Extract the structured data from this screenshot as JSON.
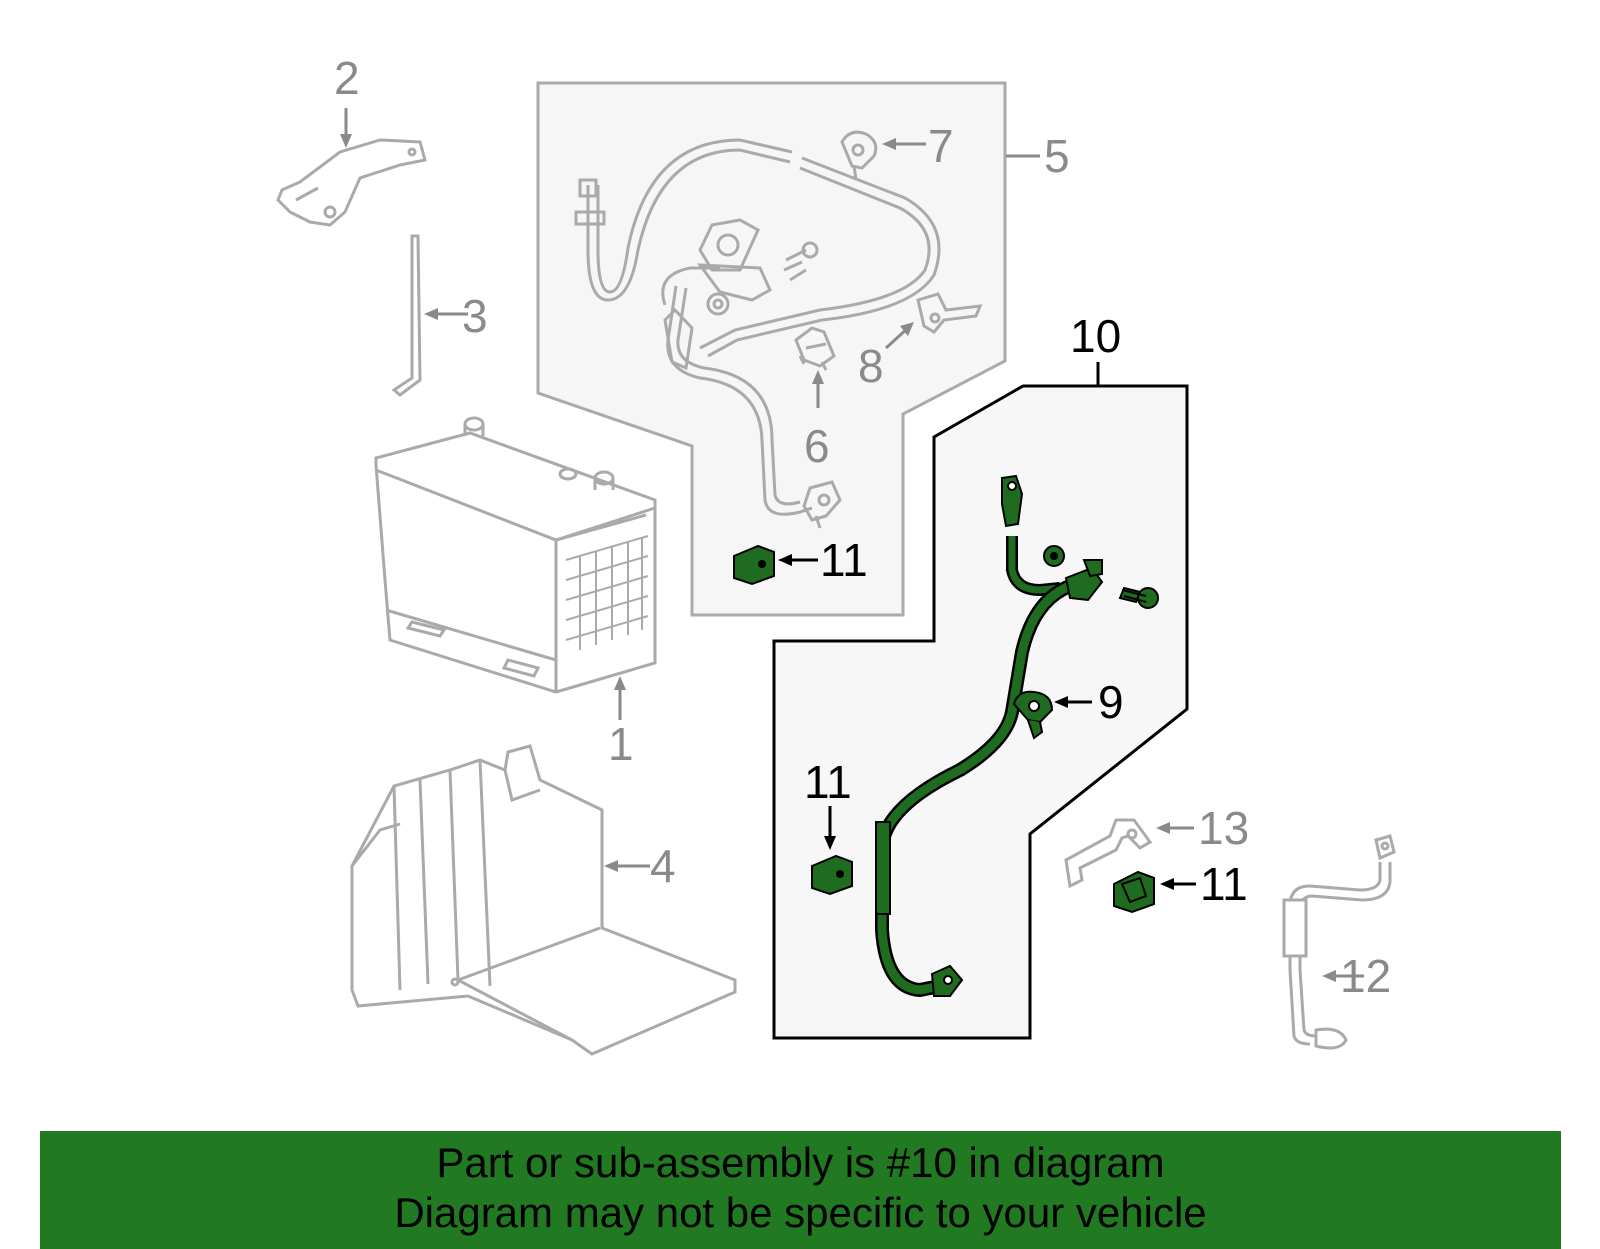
{
  "callouts": {
    "c1": "1",
    "c2": "2",
    "c3": "3",
    "c4": "4",
    "c5": "5",
    "c6": "6",
    "c7": "7",
    "c8": "8",
    "c9": "9",
    "c10": "10",
    "c11a": "11",
    "c11b": "11",
    "c11c": "11",
    "c12": "12",
    "c13": "13"
  },
  "banner": {
    "line1": "Part or sub-assembly is #10 in diagram",
    "line2": "Diagram may not be specific to your vehicle"
  },
  "colors": {
    "highlight_part": "#1f6b1f",
    "banner_bg": "#217a21",
    "outline_gray": "#aaaaaa",
    "panel_fill": "#f6f6f6"
  }
}
